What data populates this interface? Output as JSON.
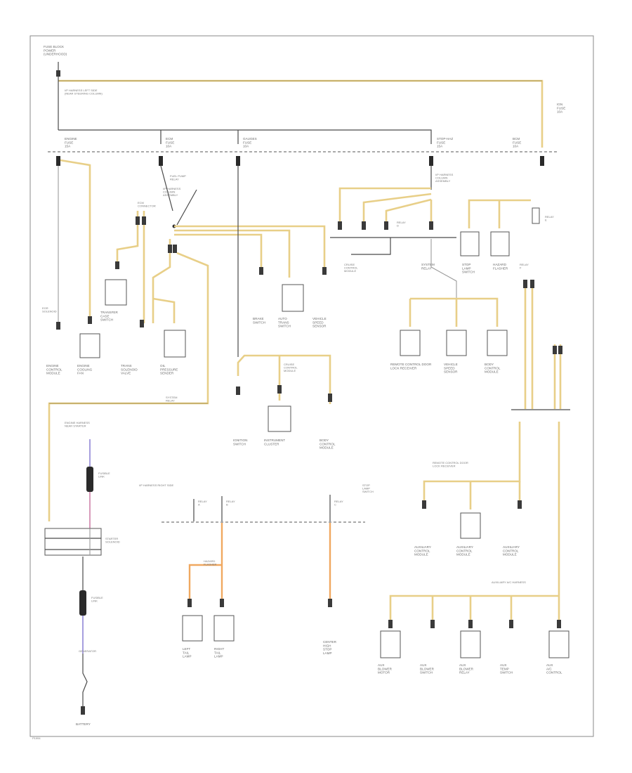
{
  "diagram": {
    "title": "",
    "labels": {
      "top_source": "FUSE BLOCK\nPOWER\n(UNDERHOOD)",
      "splice_note": "I/P HARNESS LEFT SIDE\n(NEAR STEERING COLUMN)",
      "bus_engine": "ENGINE\nFUSE\n15A",
      "bus_ecm": "ECM\nFUSE\n10A",
      "bus_gauges": "GAUGES\nFUSE\n10A",
      "bus_stop": "STOP-HAZ\nFUSE\n15A",
      "bus_bcm": "BCM\nFUSE\n10A",
      "right_fuse": "IGN\nFUSE\n10A",
      "egr_solenoid": "EGR\nSOLENOID",
      "ecm_label": "ECM\nCONNECTOR",
      "fuel_pump": "FUEL PUMP\nRELAY",
      "harness_mid": "I/P HARNESS\nCOLUMN\nASSEMBLY",
      "cruise_label": "CRUISE\nCONTROL\nMODULE",
      "transfer_case": "TRANSFER\nCASE\nSWITCH",
      "engine_comp": "ENGINE\nCOOLING\nFAN",
      "brake_sw": "BRAKE\nSWITCH",
      "speed_sensor": "VEHICLE\nSPEED\nSENSOR",
      "instrument": "INSTRUMENT\nCLUSTER",
      "auto_trans": "AUTO\nTRANS\nSWITCH",
      "left_module": "ENGINE\nCONTROL\nMODULE",
      "trans_solenoid": "TRANS\nSOLENOID\nVALVE",
      "oil_press": "OIL\nPRESSURE\nSENDER",
      "system_relay": "SYSTEM\nRELAY",
      "stop_lamp": "STOP\nLAMP\nSWITCH",
      "hazard": "HAZARD\nFLASHER",
      "bcm_mod": "BODY\nCONTROL\nMODULE",
      "ign_switch": "IGNITION\nSWITCH",
      "starter": "STARTER\nSOLENOID",
      "left_fusible": "FUSIBLE\nLINK",
      "left_fusible2": "FUSIBLE\nLINK",
      "battery": "BATTERY",
      "lower_left_note": "ENGINE HARNESS\nNEAR STARTER",
      "gen_label": "GENERATOR",
      "lamps_l": "LEFT\nTAIL\nLAMP",
      "lamps_r": "RIGHT\nTAIL\nLAMP",
      "center_lamp": "CENTER\nHIGH\nSTOP\nLAMP",
      "mid_bus_note": "I/P HARNESS RIGHT SIDE",
      "right_ctrl": "REMOTE CONTROL DOOR\nLOCK RECEIVER",
      "aux_1": "AUXILIARY\nCONTROL\nMODULE",
      "aux_2": "AUXILIARY\nCONTROL\nMODULE",
      "aux_3": "AUXILIARY\nCONTROL\nMODULE",
      "aux_harness": "AUXILIARY A/C HARNESS",
      "bottom_1": "AUX\nBLOWER\nMOTOR",
      "bottom_2": "AUX\nBLOWER\nSWITCH",
      "bottom_3": "AUX\nBLOWER\nRELAY",
      "bottom_4": "AUX\nTEMP\nSWITCH",
      "bottom_5": "AUX\nA/C\nCONTROL",
      "relay_a": "RELAY\nA",
      "relay_b": "RELAY\nB",
      "relay_c": "RELAY\nC",
      "relay_d": "RELAY\nD",
      "relay_e": "RELAY\nE",
      "relay_f": "RELAY\nF",
      "page_id": "P1994"
    }
  }
}
